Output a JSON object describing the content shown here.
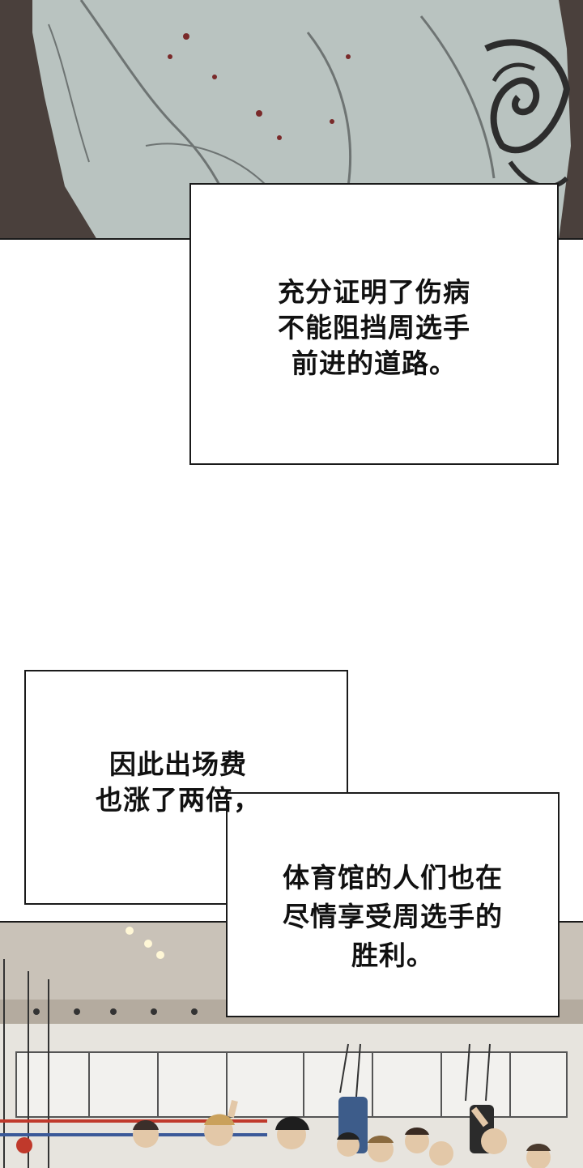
{
  "captions": {
    "box1": {
      "line1": "充分证明了伤病",
      "line2": "不能阻挡周选手",
      "line3": "前进的道路。"
    },
    "box2": {
      "line1": "因此出场费",
      "line2": "也涨了两倍，"
    },
    "box3": {
      "line1": "体育馆的人们也在",
      "line2": "尽情享受周选手的",
      "line3": "胜利。"
    }
  },
  "panels": {
    "top": "muscular back with tattoo",
    "bottom": "gym crowd celebrating"
  },
  "colors": {
    "top_bg": "#4a403c",
    "skin": "#b9c3c0",
    "gym_bg": "#e7e4de",
    "ink": "#1a1a1a"
  }
}
